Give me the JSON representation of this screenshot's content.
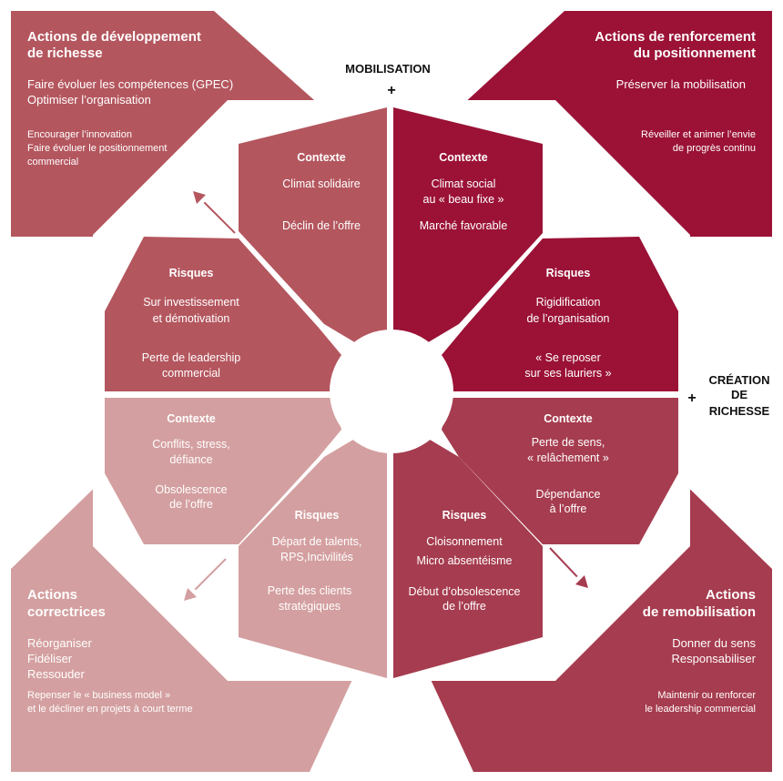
{
  "colors": {
    "top_left": "#b4565e",
    "top_right": "#9b1236",
    "bottom_right": "#a63c4f",
    "bottom_left": "#d49fa0",
    "center": "#ffffff",
    "axis_text": "#111111"
  },
  "axes": {
    "vertical_label": "MOBILISATION",
    "vertical_plus": "+",
    "horizontal_label": [
      "CRÉATION",
      "DE",
      "RICHESSE"
    ],
    "horizontal_plus": "+"
  },
  "corners": {
    "top_left": {
      "title": [
        "Actions de développement",
        "de richesse"
      ],
      "items": [
        "Faire évoluer les compétences (GPEC)",
        "Optimiser l’organisation"
      ],
      "sub_items": [
        "Encourager l’innovation",
        "Faire évoluer le positionnement",
        "commercial"
      ]
    },
    "top_right": {
      "title": [
        "Actions de renforcement",
        "du positionnement"
      ],
      "items": [
        "Préserver la mobilisation"
      ],
      "sub_items": [
        "Réveiller et animer l’envie",
        "de progrès continu"
      ]
    },
    "bottom_left": {
      "title": [
        "Actions",
        "correctrices"
      ],
      "items": [
        "Réorganiser",
        "Fidéliser",
        "Ressouder"
      ],
      "sub_items": [
        "Repenser le « business model »",
        "et le décliner en projets à court terme"
      ]
    },
    "bottom_right": {
      "title": [
        "Actions",
        "de remobilisation"
      ],
      "items": [
        "Donner du sens",
        "Responsabiliser"
      ],
      "sub_items": [
        "Maintenir ou renforcer",
        "le leadership commercial"
      ]
    }
  },
  "segments": {
    "tl_context": {
      "heading": "Contexte",
      "lines": [
        "Climat solidaire"
      ],
      "lines2": [
        "Déclin de l’offre"
      ]
    },
    "tl_risks": {
      "heading": "Risques",
      "lines": [
        "Sur investissement",
        "et démotivation"
      ],
      "lines2": [
        "Perte de leadership",
        "commercial"
      ]
    },
    "tr_context": {
      "heading": "Contexte",
      "lines": [
        "Climat social",
        "au « beau fixe »"
      ],
      "lines2": [
        "Marché favorable"
      ]
    },
    "tr_risks": {
      "heading": "Risques",
      "lines": [
        "Rigidification",
        "de l’organisation"
      ],
      "lines2": [
        "« Se reposer",
        "sur ses lauriers »"
      ]
    },
    "br_context": {
      "heading": "Contexte",
      "lines": [
        "Perte de sens,",
        "« relâchement »"
      ],
      "lines2": [
        "Dépendance",
        "à l’offre"
      ]
    },
    "br_risks": {
      "heading": "Risques",
      "lines": [
        "Cloisonnement",
        "Micro absentéisme"
      ],
      "lines2": [
        "Début d’obsolescence",
        "de l’offre"
      ]
    },
    "bl_context": {
      "heading": "Contexte",
      "lines": [
        "Conflits, stress,",
        "défiance"
      ],
      "lines2": [
        "Obsolescence",
        "de l’offre"
      ]
    },
    "bl_risks": {
      "heading": "Risques",
      "lines": [
        "Départ de talents,",
        "RPS,Incivilités"
      ],
      "lines2": [
        "Perte des clients",
        "stratégiques"
      ]
    }
  }
}
